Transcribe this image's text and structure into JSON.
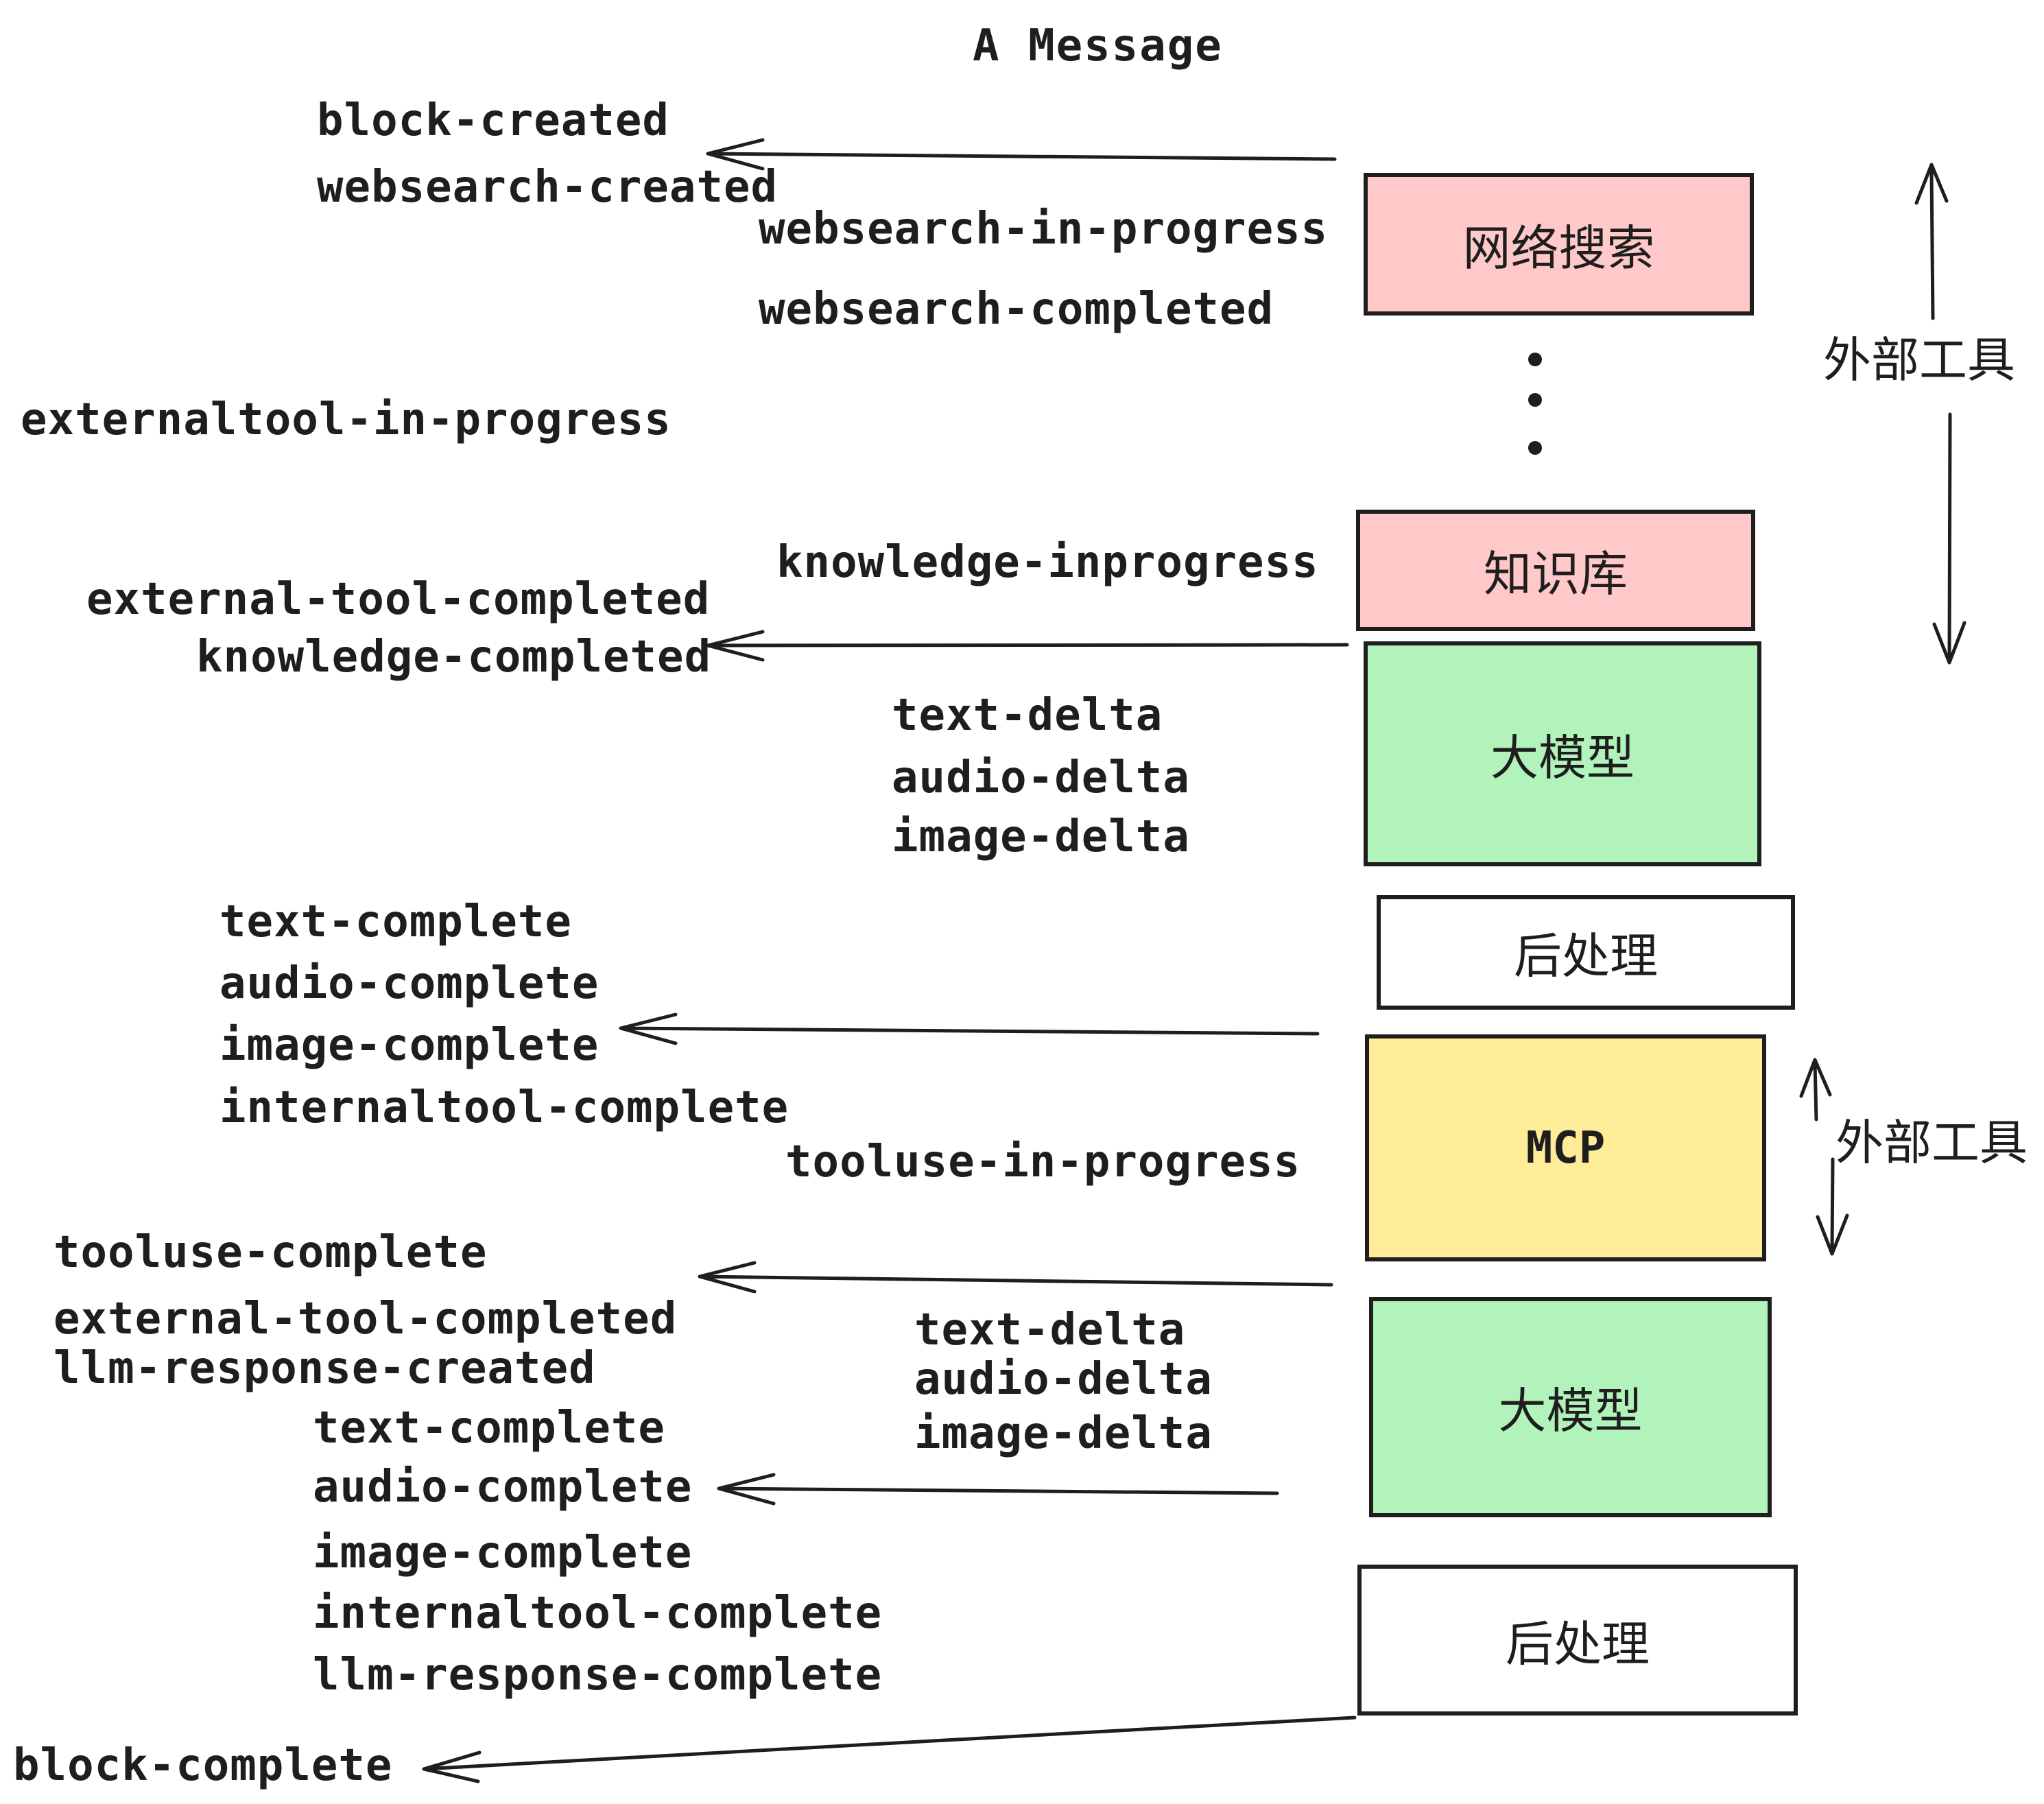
{
  "title": "A Message",
  "colors": {
    "stroke": "#1e1e1e",
    "pink": "#ffc9c9",
    "green": "#b2f2bb",
    "yellow": "#ffec99",
    "white": "#ffffff",
    "background": "#ffffff"
  },
  "events": [
    "block-created",
    "websearch-created",
    "websearch-in-progress",
    "websearch-completed",
    "externaltool-in-progress",
    "knowledge-inprogress",
    "external-tool-completed",
    "knowledge-completed",
    "text-delta",
    "audio-delta",
    "image-delta",
    "text-complete",
    "audio-complete",
    "image-complete",
    "internaltool-complete",
    "tooluse-in-progress",
    "tooluse-complete",
    "external-tool-completed",
    "llm-response-created",
    "text-complete",
    "audio-complete",
    "image-complete",
    "internaltool-complete",
    "llm-response-complete",
    "text-delta",
    "audio-delta",
    "image-delta",
    "block-complete"
  ],
  "boxes": [
    {
      "label": "网络搜索",
      "color": "#ffc9c9"
    },
    {
      "label": "知识库",
      "color": "#ffc9c9"
    },
    {
      "label": "大模型",
      "color": "#b2f2bb"
    },
    {
      "label": "后处理",
      "color": "#ffffff"
    },
    {
      "label": "MCP",
      "color": "#ffec99"
    },
    {
      "label": "大模型",
      "color": "#b2f2bb"
    },
    {
      "label": "后处理",
      "color": "#ffffff"
    }
  ],
  "side_labels": [
    "外部工具",
    "外部工具"
  ]
}
